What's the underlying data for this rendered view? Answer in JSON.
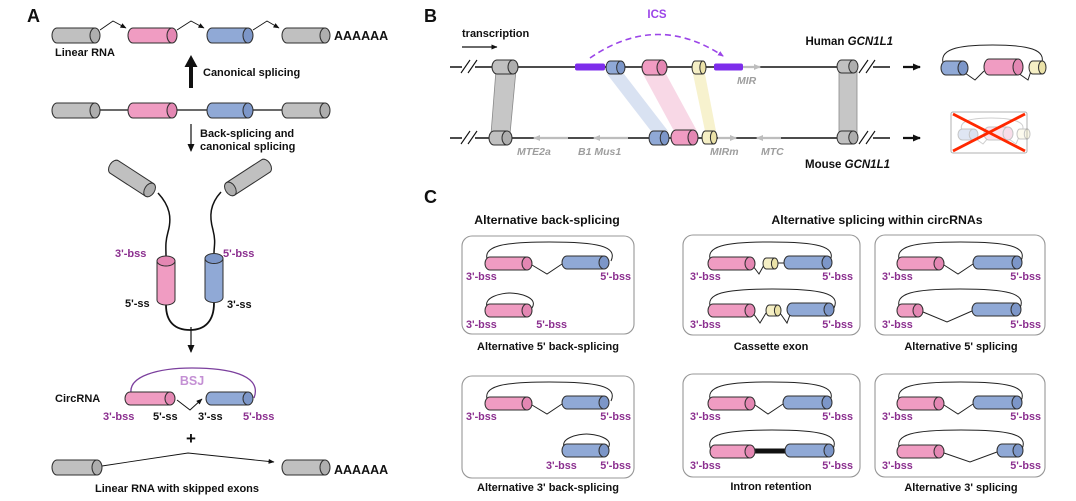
{
  "panel_a": {
    "label": "A",
    "linear_rna_label": "Linear RNA",
    "poly_a_top": "AAAAAA",
    "poly_a_bottom": "AAAAAA",
    "canonical_splicing": "Canonical splicing",
    "back_splicing_line1": "Back-splicing and",
    "back_splicing_line2": "canonical splicing",
    "bss3": "3'-bss",
    "bss5": "5'-bss",
    "ss5": "5'-ss",
    "ss3": "3'-ss",
    "circrna_label": "CircRNA",
    "bsj": "BSJ",
    "plus": "+",
    "skipped_caption": "Linear RNA with skipped exons"
  },
  "panel_b": {
    "label": "B",
    "transcription": "transcription",
    "ics": "ICS",
    "human_species": "Human ",
    "human_gene": "GCN1L1",
    "mouse_species": "Mouse ",
    "mouse_gene": "GCN1L1",
    "mir": "MIR",
    "mte2a": "MTE2a",
    "b1_mus1": "B1 Mus1",
    "mirm": "MIRm",
    "mtc": "MTC"
  },
  "panel_c": {
    "label": "C",
    "heading_left": "Alternative back-splicing",
    "heading_right": "Alternative splicing within circRNAs",
    "bss3": "3'-bss",
    "bss5": "5'-bss",
    "captions": {
      "alt5bs": "Alternative 5' back-splicing",
      "cassette": "Cassette exon",
      "alt5s": "Alternative 5' splicing",
      "alt3bs": "Alternative 3' back-splicing",
      "intron": "Intron retention",
      "alt3s": "Alternative 3' splicing"
    }
  },
  "colors": {
    "exon_pink": "#F09CC2",
    "exon_blue": "#90A9D6",
    "exon_gray": "#C0C0C0",
    "exon_yellow": "#F5EFC5",
    "purple_label": "#8B2F8F",
    "purple_element": "#7D2DEB",
    "ics_purple": "#9B45E8",
    "bsj_text": "#C490D4",
    "bsj_arc": "#7B3F9D",
    "gray_text": "#9E9E9E",
    "red_x": "#FF2800"
  }
}
